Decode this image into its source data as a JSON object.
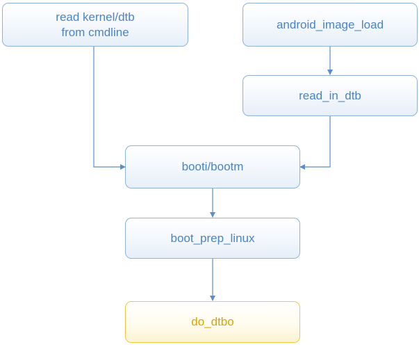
{
  "colors": {
    "node_border": "#8fb2d9",
    "node_text": "#4a84c4",
    "edge": "#5b8fc9",
    "final_border": "#f0c64a",
    "final_text": "#d9a300"
  },
  "nodes": {
    "read_cmdline": {
      "line1": "read kernel/dtb",
      "line2": "from cmdline"
    },
    "android_image_load": {
      "label": "android_image_load"
    },
    "read_in_dtb": {
      "label": "read_in_dtb"
    },
    "booti_bootm": {
      "label": "booti/bootm"
    },
    "boot_prep_linux": {
      "label": "boot_prep_linux"
    },
    "do_dtbo": {
      "label": "do_dtbo"
    }
  },
  "edges": [
    {
      "from": "read_cmdline",
      "to": "booti_bootm"
    },
    {
      "from": "android_image_load",
      "to": "read_in_dtb"
    },
    {
      "from": "read_in_dtb",
      "to": "booti_bootm"
    },
    {
      "from": "booti_bootm",
      "to": "boot_prep_linux"
    },
    {
      "from": "boot_prep_linux",
      "to": "do_dtbo"
    }
  ]
}
